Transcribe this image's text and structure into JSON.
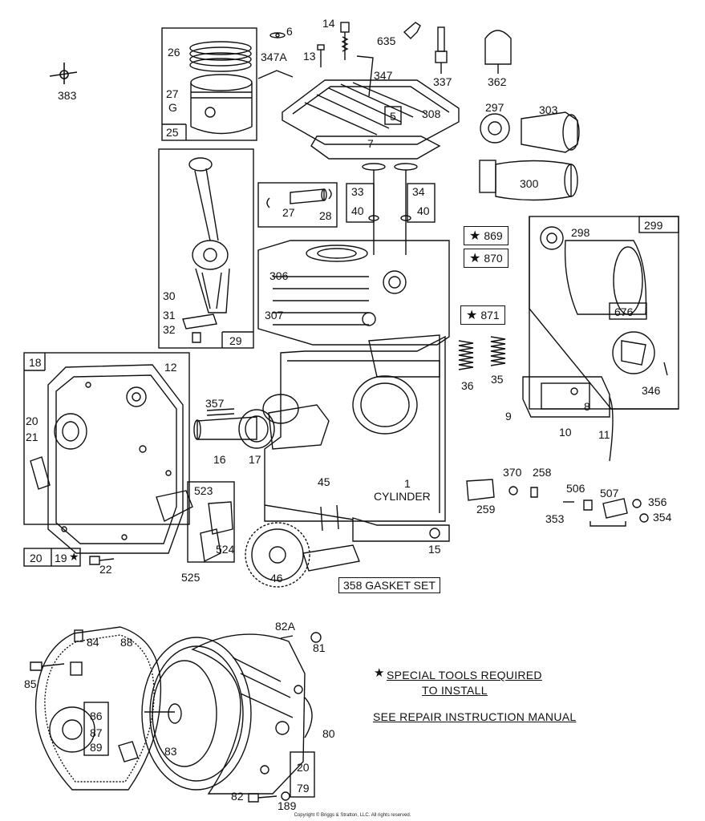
{
  "labels": {
    "l383": "383",
    "l6": "6",
    "l14": "14",
    "l635": "635",
    "l26": "26",
    "l347A": "347A",
    "l13": "13",
    "l337": "337",
    "l362": "362",
    "l347": "347",
    "l27a": "27",
    "l25": "25",
    "l5": "5",
    "l308": "308",
    "l297": "297",
    "l303": "303",
    "l7": "7",
    "l300": "300",
    "l33": "33",
    "l34": "34",
    "l27b": "27",
    "l28": "28",
    "l40a": "40",
    "l40b": "40",
    "l299": "299",
    "l298": "298",
    "l306": "306",
    "l30": "30",
    "l307": "307",
    "l31": "31",
    "l32": "32",
    "l29": "29",
    "l676": "676",
    "l18": "18",
    "l12": "12",
    "l36": "36",
    "l35": "35",
    "l346": "346",
    "l357": "357",
    "l8": "8",
    "l20a": "20",
    "l21": "21",
    "l9": "9",
    "l10": "10",
    "l11": "11",
    "l16": "16",
    "l17": "17",
    "l1": "1",
    "lcyl": "CYLINDER",
    "l370": "370",
    "l258": "258",
    "l523": "523",
    "l45": "45",
    "l259": "259",
    "l506": "506",
    "l507": "507",
    "l356": "356",
    "l353": "353",
    "l354": "354",
    "l524": "524",
    "l15": "15",
    "l20b": "20",
    "l19": "19",
    "l22": "22",
    "l525": "525",
    "l46": "46",
    "l358": "358 GASKET SET",
    "l82A": "82A",
    "l84": "84",
    "l88": "88",
    "l81": "81",
    "l85": "85",
    "l86": "86",
    "l87": "87",
    "l89": "89",
    "l83": "83",
    "l80": "80",
    "l20c": "20",
    "l79": "79",
    "l82": "82",
    "l189": "189"
  },
  "callouts": {
    "c869": "869",
    "c870": "870",
    "c871": "871"
  },
  "notes": {
    "special_line1": "SPECIAL TOOLS REQUIRED",
    "special_line2": "TO INSTALL",
    "see_manual": "SEE REPAIR INSTRUCTION MANUAL",
    "star_glyph": "★"
  },
  "copyright": "Copyright © Briggs & Stratton, LLC. All rights reserved."
}
